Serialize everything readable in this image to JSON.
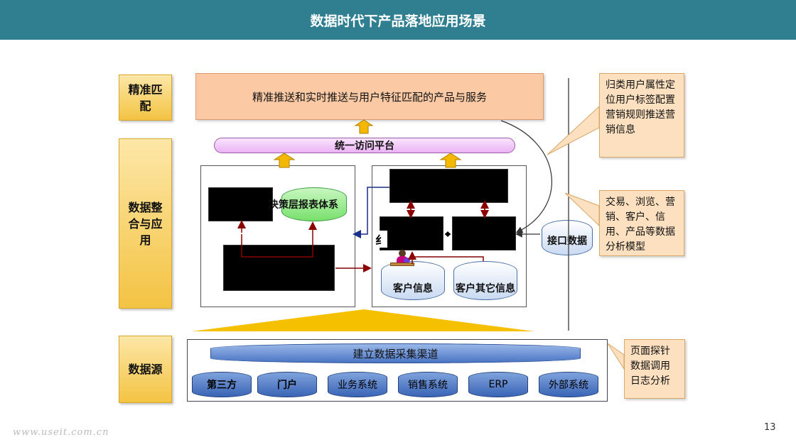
{
  "header": {
    "title": "数据时代下产品落地应用场景"
  },
  "left_labels": {
    "match": "精准匹配",
    "integrate": "数据整合与应用",
    "source": "数据源"
  },
  "top_bar": {
    "text": "精准推送和实时推送与用户特征匹配的产品与服务"
  },
  "access_platform": {
    "label": "统一访问平台"
  },
  "left_panel": {
    "report_cyl": "决策层报表体系"
  },
  "right_panel": {
    "customer_info": "客户信息",
    "customer_other": "客户其它信息",
    "partial_glyph": "纟"
  },
  "interface_data": "接口数据",
  "callouts": {
    "c1": "归类用户属性定位用户标签配置营销规则推送营销信息",
    "c2": "交易、浏览、营销、客户、信用、产品等数据分析模型",
    "c3": "页面探针数据调用日志分析"
  },
  "source_section": {
    "collect_channel": "建立数据采集渠道",
    "systems": [
      "第三方",
      "门户",
      "业务系统",
      "销售系统",
      "ERP",
      "外部系统"
    ]
  },
  "page_number": "13",
  "watermark": "www.useit.com.cn",
  "colors": {
    "header": "#2f7f91",
    "label_gold": "#f3c342",
    "callout": "#fce0bf",
    "arrow_orange": "#f5b800",
    "arrow_dark_red": "#8b0000"
  }
}
